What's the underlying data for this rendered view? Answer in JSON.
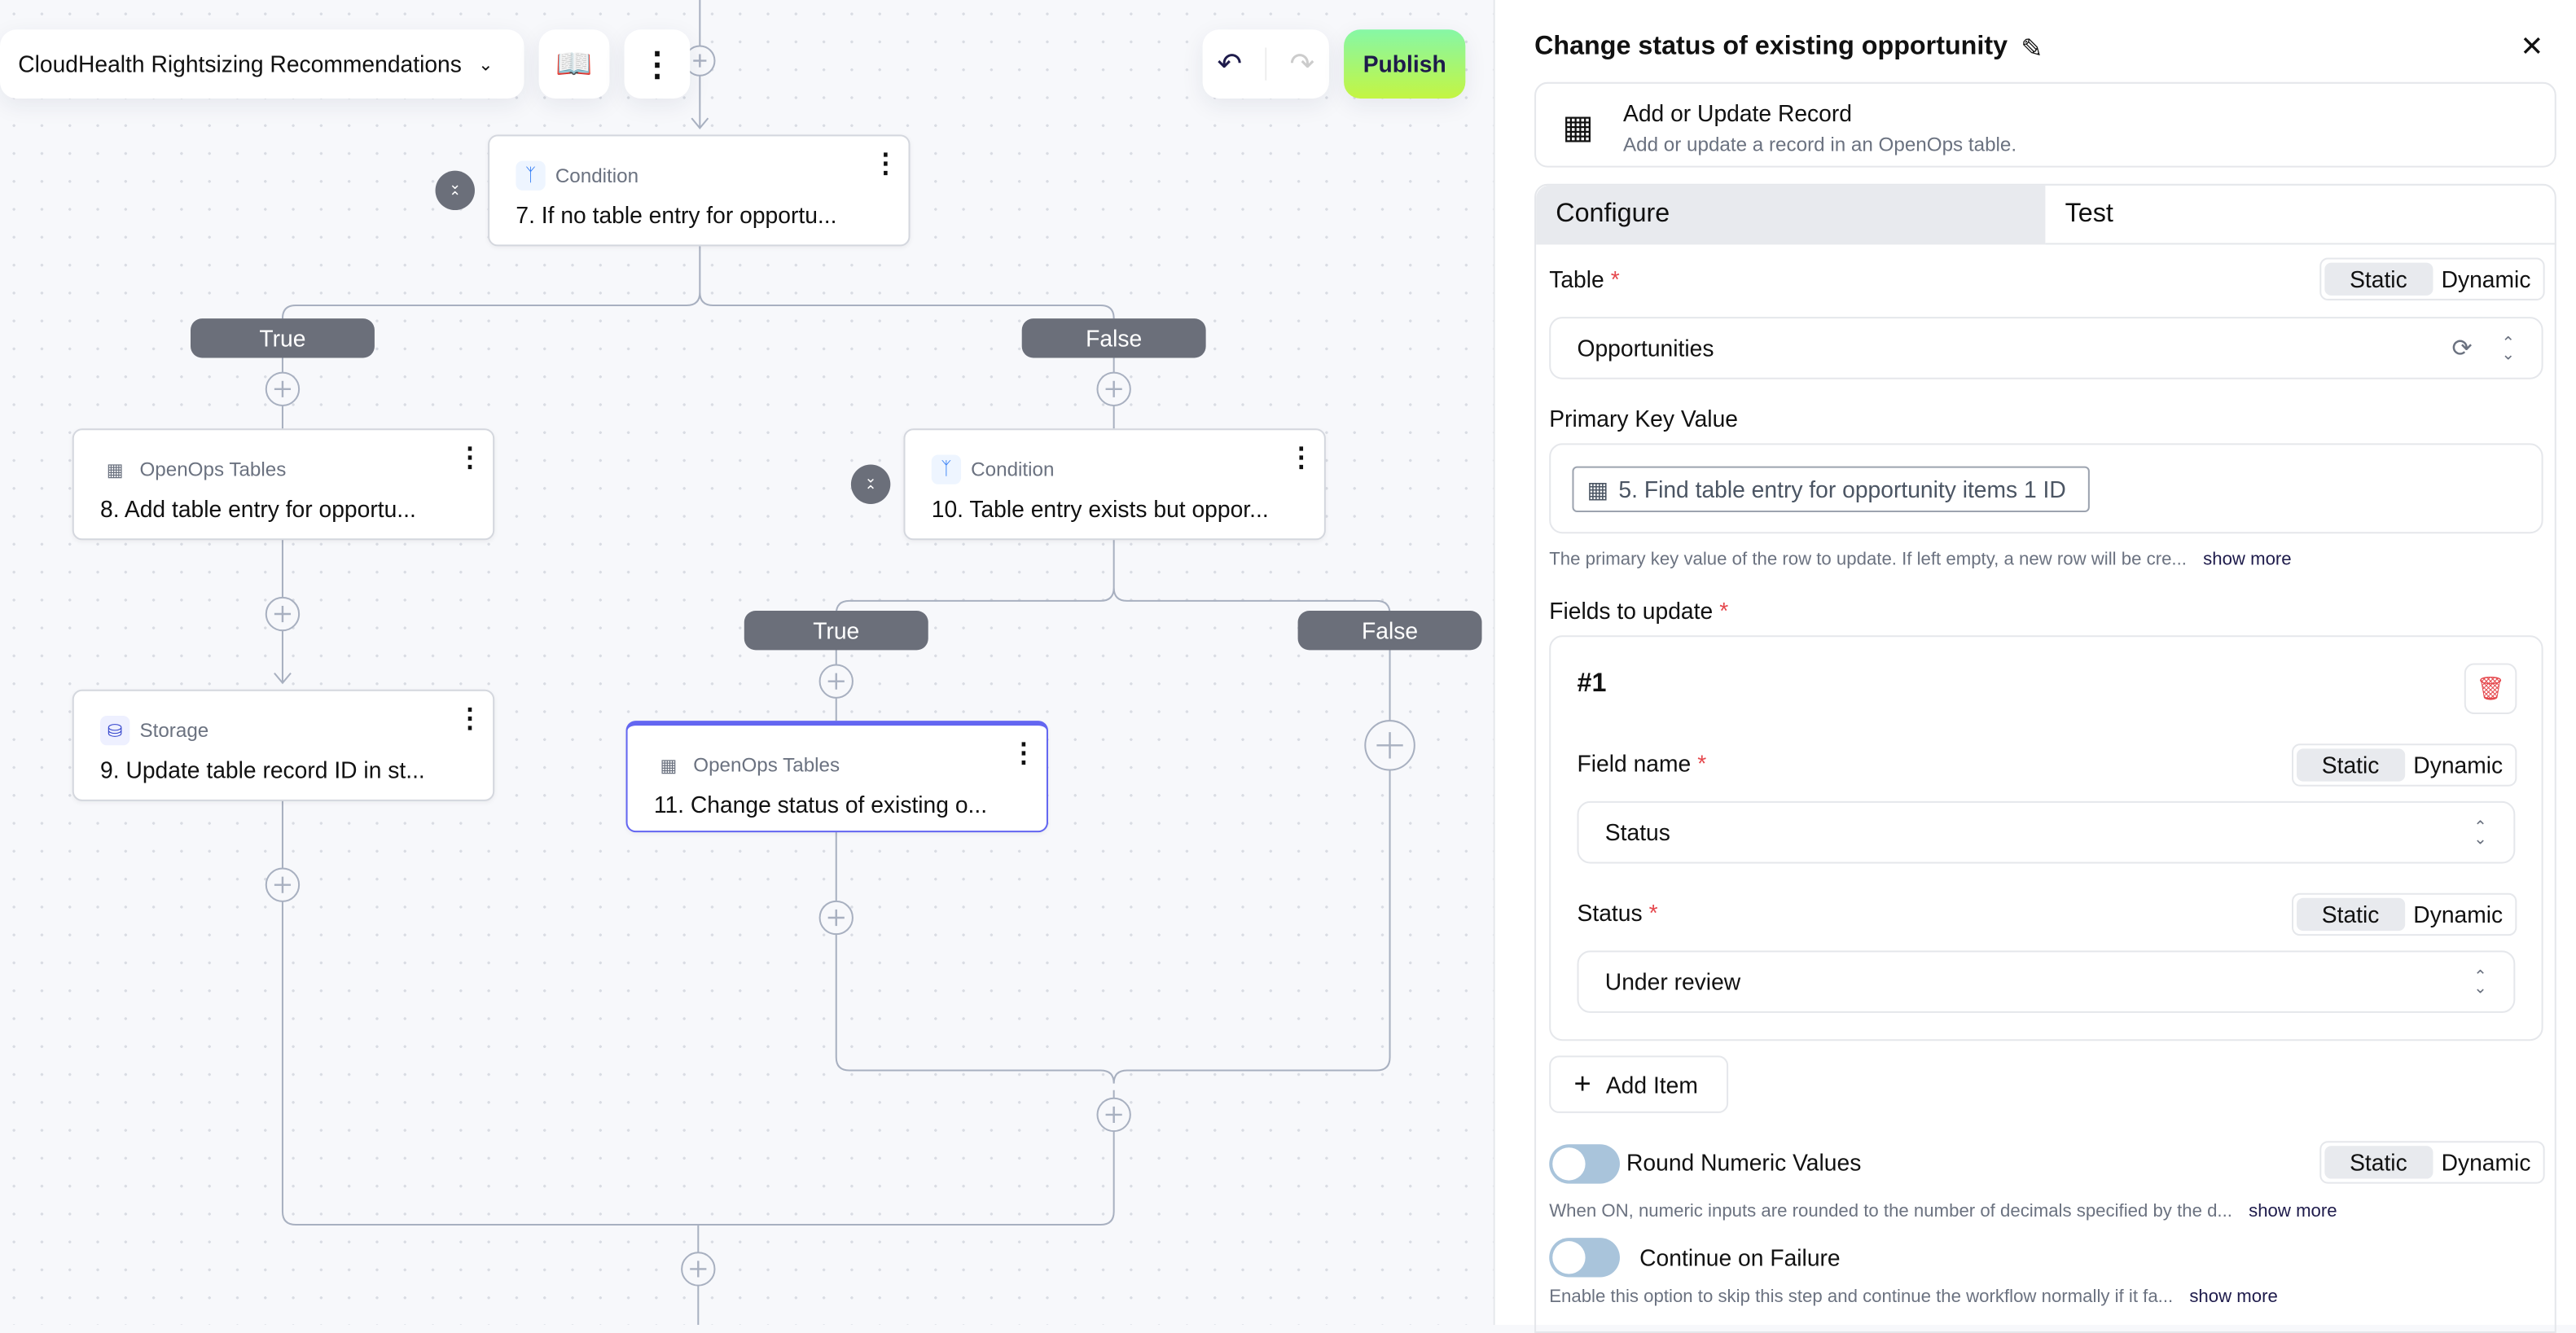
{
  "toolbar": {
    "flow_title": "CloudHealth Rightsizing Recommendations",
    "publish_label": "Publish",
    "publish_gradient": [
      "#86f7a6",
      "#c4f542"
    ]
  },
  "branches": {
    "b1_true": "True",
    "b1_false": "False",
    "b2_true": "True",
    "b2_false": "False"
  },
  "nodes": [
    {
      "type": "Condition",
      "name": "7. If no table entry for opportu...",
      "icon": "branch-icon"
    },
    {
      "type": "OpenOps Tables",
      "name": "8. Add table entry for opportu...",
      "icon": "table-icon"
    },
    {
      "type": "Storage",
      "name": "9. Update table record ID in st...",
      "icon": "database-icon"
    },
    {
      "type": "Condition",
      "name": "10. Table entry exists but oppor...",
      "icon": "branch-icon"
    },
    {
      "type": "OpenOps Tables",
      "name": "11. Change status of existing o...",
      "icon": "table-icon",
      "selected": true
    }
  ],
  "panel": {
    "title": "Change status of existing opportunity",
    "action": {
      "title": "Add or Update Record",
      "desc": "Add or update a record in an OpenOps table."
    },
    "tabs": {
      "configure": "Configure",
      "test": "Test",
      "active": "configure"
    },
    "static": "Static",
    "dynamic": "Dynamic",
    "table": {
      "label": "Table",
      "value": "Opportunities"
    },
    "pk": {
      "label": "Primary Key Value",
      "chip": "5. Find table entry for opportunity items 1 ID",
      "help": "The primary key value of the row to update. If left empty, a new row will be cre...",
      "more": "show more"
    },
    "fields": {
      "label": "Fields to update",
      "item_title": "#1",
      "field_name_label": "Field name",
      "field_name_value": "Status",
      "status_label": "Status",
      "status_value": "Under review",
      "add_item": "Add Item"
    },
    "round": {
      "label": "Round Numeric Values",
      "enabled": false,
      "help": "When ON, numeric inputs are rounded to the number of decimals specified by the d...",
      "more": "show more"
    },
    "cont": {
      "label": "Continue on Failure",
      "enabled": false,
      "help": "Enable this option to skip this step and continue the workflow normally if it fa...",
      "more": "show more"
    }
  }
}
